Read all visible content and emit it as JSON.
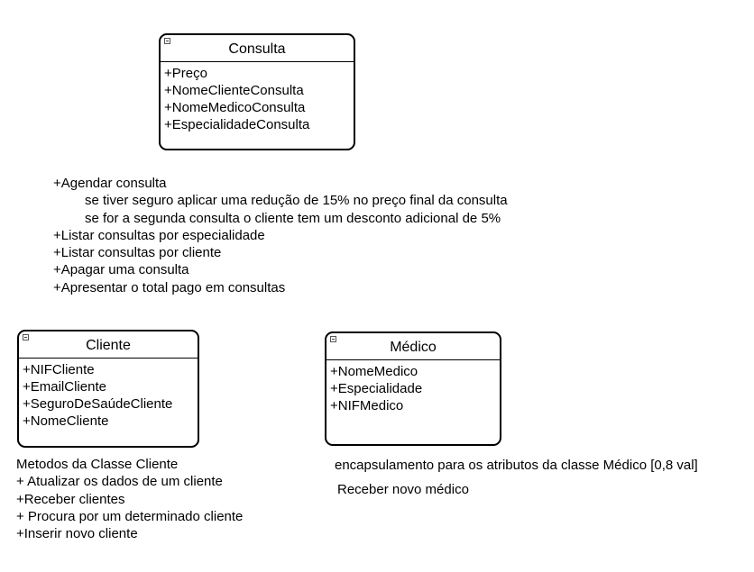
{
  "consulta": {
    "title": "Consulta",
    "attributes": [
      "+Preço",
      "+NomeClienteConsulta",
      "+NomeMedicoConsulta",
      "+EspecialidadeConsulta"
    ]
  },
  "consulta_notes": {
    "lines": [
      {
        "text": "+Agendar consulta",
        "indent": false
      },
      {
        "text": "se tiver seguro aplicar uma redução de 15% no preço final da consulta",
        "indent": true
      },
      {
        "text": "se for a segunda consulta o cliente tem um desconto adicional de 5%",
        "indent": true
      },
      {
        "text": "+Listar consultas por especialidade",
        "indent": false
      },
      {
        "text": "+Listar consultas por cliente",
        "indent": false
      },
      {
        "text": "+Apagar uma consulta",
        "indent": false
      },
      {
        "text": "+Apresentar o total pago em consultas",
        "indent": false
      }
    ]
  },
  "cliente": {
    "title": "Cliente",
    "attributes": [
      "+NIFCliente",
      "+EmailCliente",
      "+SeguroDeSaúdeCliente",
      "+NomeCliente"
    ]
  },
  "cliente_notes": {
    "lines": [
      "Metodos da Classe Cliente",
      "+ Atualizar os dados de um cliente",
      "+Receber clientes",
      "+ Procura por um determinado cliente",
      "+Inserir novo cliente"
    ]
  },
  "medico": {
    "title": "Médico",
    "attributes": [
      "+NomeMedico",
      "+Especialidade",
      "+NIFMedico"
    ]
  },
  "medico_notes": {
    "line1": "encapsulamento para os atributos da classe Médico [0,8 val]",
    "line2": "Receber novo médico"
  }
}
